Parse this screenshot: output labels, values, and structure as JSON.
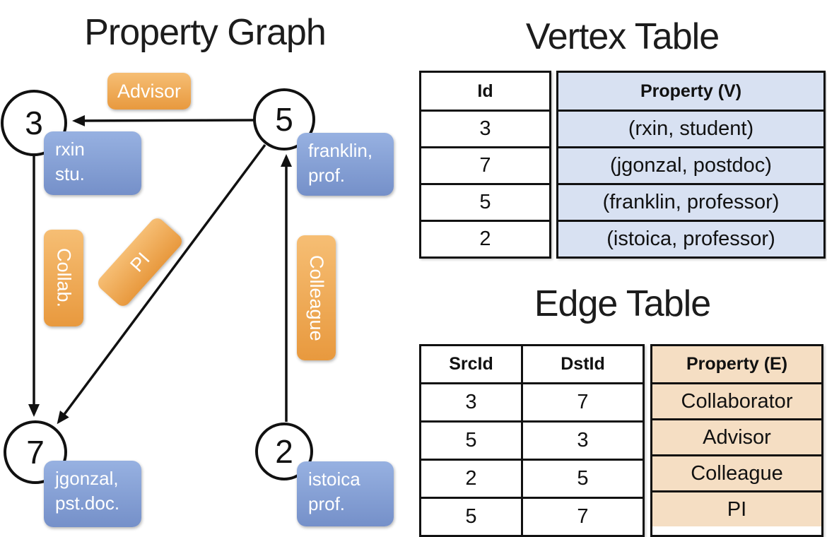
{
  "titles": {
    "graph": "Property Graph",
    "vertex": "Vertex Table",
    "edge": "Edge Table"
  },
  "graph": {
    "nodes": [
      {
        "label": "3",
        "prop": [
          "rxin",
          "stu."
        ]
      },
      {
        "label": "5",
        "prop": [
          "franklin,",
          "prof."
        ]
      },
      {
        "label": "7",
        "prop": [
          "jgonzal,",
          "pst.doc."
        ]
      },
      {
        "label": "2",
        "prop": [
          "istoica",
          "prof."
        ]
      }
    ],
    "edge_labels": [
      {
        "text": "Advisor"
      },
      {
        "text": "Collab."
      },
      {
        "text": "PI"
      },
      {
        "text": "Colleague"
      }
    ]
  },
  "vertex_table": {
    "headers": [
      "Id",
      "Property (V)"
    ],
    "rows": [
      [
        "3",
        "(rxin, student)"
      ],
      [
        "7",
        "(jgonzal, postdoc)"
      ],
      [
        "5",
        "(franklin, professor)"
      ],
      [
        "2",
        "(istoica, professor)"
      ]
    ]
  },
  "edge_table": {
    "headers": [
      "SrcId",
      "DstId",
      "Property (E)"
    ],
    "rows": [
      [
        "3",
        "7",
        "Collaborator"
      ],
      [
        "5",
        "3",
        "Advisor"
      ],
      [
        "2",
        "5",
        "Colleague"
      ],
      [
        "5",
        "7",
        "PI"
      ]
    ]
  },
  "colors": {
    "stroke": "#111111",
    "blue_box_top": "#97B1E1",
    "blue_box_bottom": "#7590C9",
    "orange_box_top": "#F6BE74",
    "orange_box_bottom": "#E8993E",
    "vertex_prop_fill": "#D8E1F2",
    "edge_prop_fill": "#F5DEC3"
  }
}
